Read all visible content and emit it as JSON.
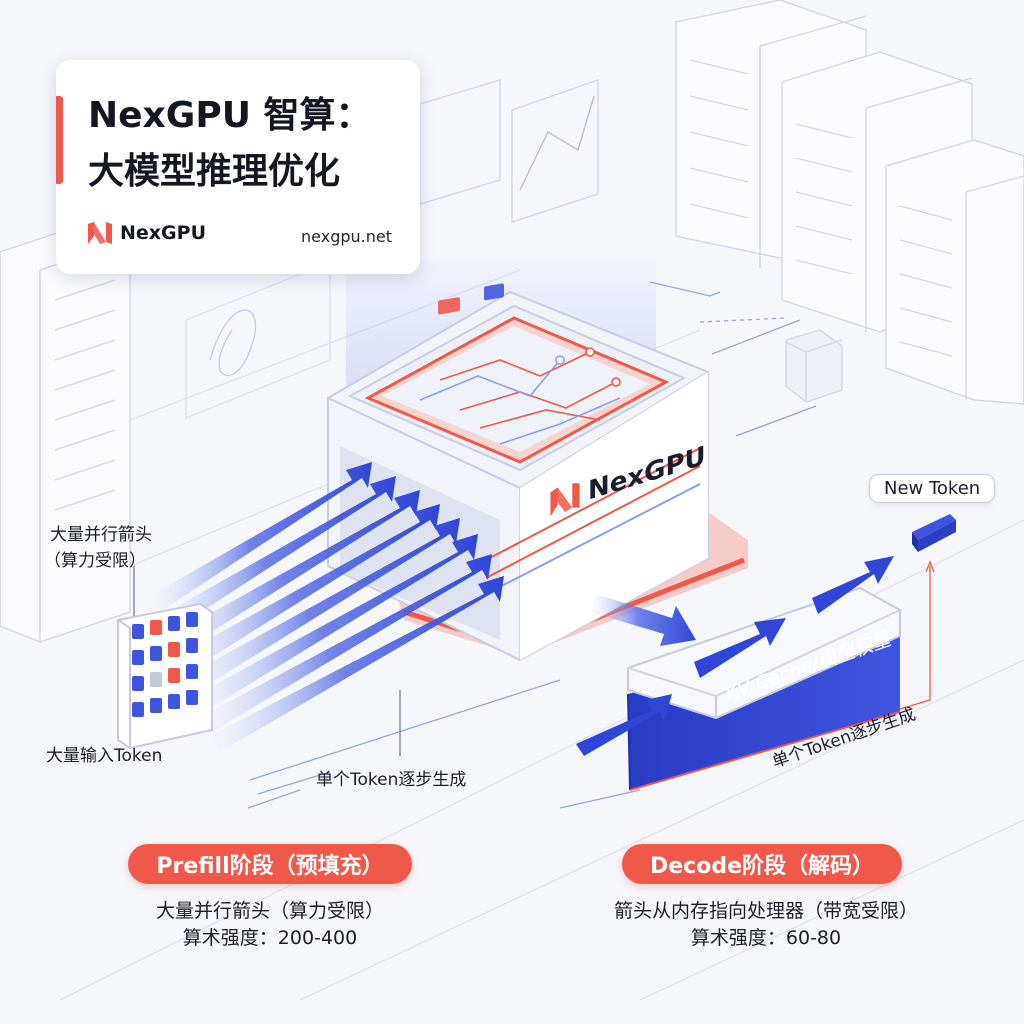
{
  "title_card": {
    "line1": "NexGPU 智算：",
    "line2": "大模型推理优化",
    "brand": "NexGPU",
    "site": "nexgpu.net"
  },
  "chip": {
    "brand": "NexGPU"
  },
  "labels": {
    "parallel_arrows": [
      "大量并行箭头",
      "（算力受限）"
    ],
    "input_tokens": "大量输入Token",
    "single_token_step": "单个Token逐步生成",
    "new_token": "New Token",
    "kv_cache": "KV Cache/模型权重",
    "decode_step": "单个Token逐步生成"
  },
  "phases": {
    "prefill": {
      "title": "Prefill阶段（预填充）",
      "desc1": "大量并行箭头（算力受限）",
      "desc2": "算术强度：200-400"
    },
    "decode": {
      "title": "Decode阶段（解码）",
      "desc1": "箭头从内存指向处理器（带宽受限）",
      "desc2": "算术强度：60-80"
    }
  },
  "colors": {
    "accent": "#f0584a",
    "arrow_blue": "#2f46d6",
    "navy": "#2b3fc4",
    "line": "#c6cbe0"
  },
  "token_grid": [
    "blue",
    "red",
    "blue",
    "blue",
    "blue",
    "blue",
    "red",
    "blue",
    "blue",
    "gray",
    "red",
    "blue",
    "blue",
    "blue",
    "blue",
    "blue"
  ]
}
